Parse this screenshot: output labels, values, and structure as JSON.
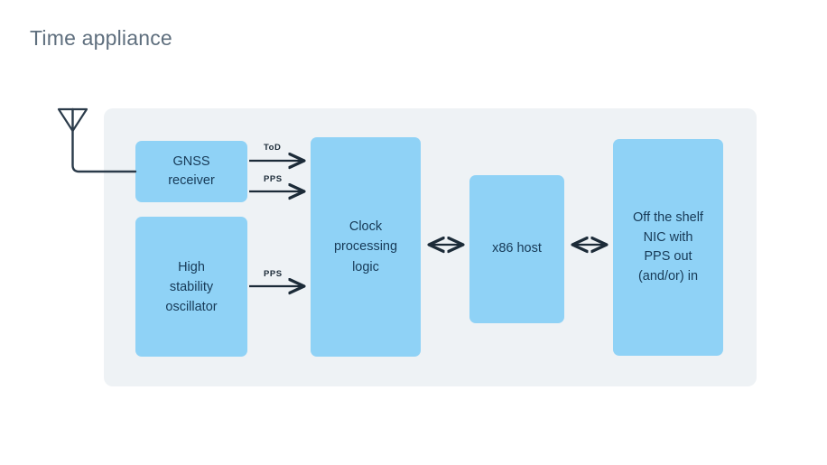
{
  "page": {
    "title": "Time appliance",
    "background": "#ffffff"
  },
  "colors": {
    "title_text": "#5f6f7e",
    "panel_background": "#eef2f5",
    "block_fill": "#8fd2f6",
    "block_text": "#173a57",
    "stroke": "#1c2b38"
  },
  "diagram": {
    "panel_name": "time-appliance-enclosure",
    "antenna": {
      "icon": "antenna-icon",
      "label": ""
    },
    "blocks": [
      {
        "id": "gnss",
        "label": "GNSS\nreceiver"
      },
      {
        "id": "oscillator",
        "label": "High\nstability\noscillator"
      },
      {
        "id": "clock",
        "label": "Clock\nprocessing\nlogic"
      },
      {
        "id": "x86",
        "label": "x86 host"
      },
      {
        "id": "nic",
        "label": "Off the shelf\nNIC with\nPPS out\n(and/or) in"
      }
    ],
    "signals": [
      {
        "id": "tod",
        "label": "ToD",
        "from": "gnss",
        "to": "clock",
        "direction": "one-way"
      },
      {
        "id": "pps-gnss",
        "label": "PPS",
        "from": "gnss",
        "to": "clock",
        "direction": "one-way"
      },
      {
        "id": "pps-osc",
        "label": "PPS",
        "from": "oscillator",
        "to": "clock",
        "direction": "one-way"
      }
    ],
    "links": [
      {
        "id": "clock-x86",
        "label": "",
        "from": "clock",
        "to": "x86",
        "direction": "bidirectional"
      },
      {
        "id": "x86-nic",
        "label": "",
        "from": "x86",
        "to": "nic",
        "direction": "bidirectional"
      },
      {
        "id": "antenna-gnss",
        "label": "",
        "from": "antenna",
        "to": "gnss",
        "direction": "wire"
      }
    ]
  }
}
